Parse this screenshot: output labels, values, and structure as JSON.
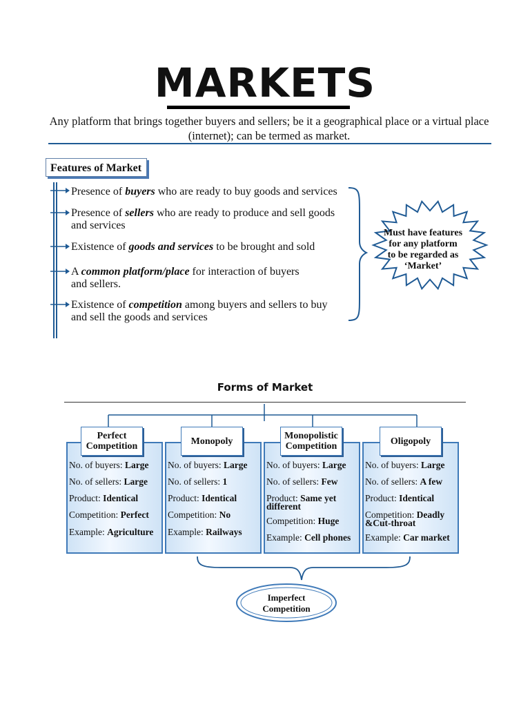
{
  "title": "MARKETS",
  "definition": "Any platform that brings together buyers and sellers; be it a geographical place or a virtual place (internet); can be termed as market.",
  "features": {
    "heading": "Features of Market",
    "items": [
      {
        "pre": "Presence of ",
        "em": "buyers",
        "post": " who are ready to buy goods and services",
        "line2": ""
      },
      {
        "pre": "Presence of ",
        "em": "sellers",
        "post": " who are ready to produce and sell goods",
        "line2": "and services"
      },
      {
        "pre": "Existence of ",
        "em": "goods and services",
        "post": " to be brought and sold",
        "line2": ""
      },
      {
        "pre": "A ",
        "em": "common platform/place",
        "post": " for interaction of buyers",
        "line2": "and sellers."
      },
      {
        "pre": "Existence of ",
        "em": "competition",
        "post": " among buyers and sellers to buy",
        "line2": "and sell the goods and services"
      }
    ],
    "callout": [
      "Must have features",
      "for any platform",
      "to be regarded as",
      "‘Market’"
    ]
  },
  "forms": {
    "title": "Forms of Market",
    "columns": [
      {
        "name": "Perfect Competition",
        "buyers_label": "No. of buyers: ",
        "buyers": "Large",
        "sellers_label": "No. of sellers: ",
        "sellers": "Large",
        "product_label": "Product: ",
        "product": "Identical",
        "competition_label": "Competition: ",
        "competition": "Perfect",
        "example_label": "Example: ",
        "example": "Agriculture"
      },
      {
        "name": "Monopoly",
        "buyers_label": "No. of buyers: ",
        "buyers": "Large",
        "sellers_label": "No. of sellers: ",
        "sellers": "1",
        "product_label": "Product: ",
        "product": "Identical",
        "competition_label": "Competition: ",
        "competition": "No",
        "example_label": "Example: ",
        "example": "Railways"
      },
      {
        "name": "Monopolistic Competition",
        "buyers_label": "No. of buyers: ",
        "buyers": "Large",
        "sellers_label": "No. of sellers: ",
        "sellers": "Few",
        "product_label": "Product: ",
        "product": "Same yet different",
        "competition_label": "Competition: ",
        "competition": "Huge",
        "example_label": "Example: ",
        "example": "Cell phones"
      },
      {
        "name": "Oligopoly",
        "buyers_label": "No. of buyers: ",
        "buyers": "Large",
        "sellers_label": "No. of sellers: ",
        "sellers": "A few",
        "product_label": "Product: ",
        "product": "Identical",
        "competition_label": "Competition: ",
        "competition": "Deadly &Cut-throat",
        "example_label": "Example: ",
        "example": "Car market"
      }
    ],
    "imperfect": "Imperfect Competition"
  },
  "colors": {
    "accent": "#1f5a94",
    "panel_border": "#3e79b8",
    "panel_fill": "#cfe3f6"
  }
}
